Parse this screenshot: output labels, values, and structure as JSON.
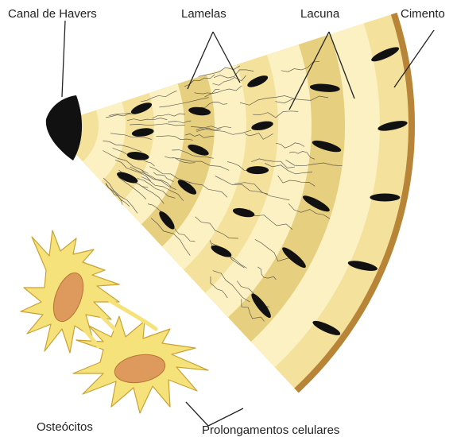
{
  "labels": {
    "haversian_canal": "Canal de Havers",
    "lamellae": "Lamelas",
    "lacuna": "Lacuna",
    "cement": "Cimento",
    "osteocytes": "Osteócitos",
    "cell_processes": "Prolongamentos celulares"
  },
  "colors": {
    "bone_light": "#fbf1c3",
    "bone_mid": "#f3e19c",
    "bone_dark": "#e6cf7e",
    "cement_band": "#b88538",
    "lacuna": "#111111",
    "cell_body": "#f6e27a",
    "cell_outline": "#c9a232",
    "nucleus": "#dd9a5c"
  }
}
